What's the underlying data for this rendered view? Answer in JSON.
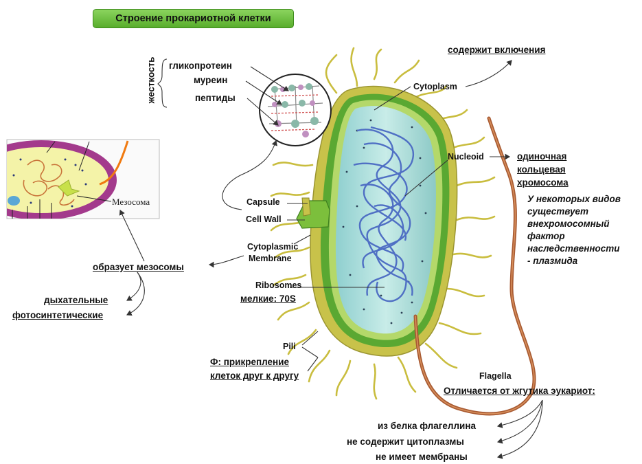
{
  "title": "Строение прокариотной клетки",
  "cell_wall_labels": {
    "rigidity": "жесткость",
    "glycoprotein": "гликопротеин",
    "murein": "муреин",
    "peptides": "пептиды"
  },
  "structures": {
    "cytoplasm": "Cytoplasm",
    "nucleoid": "Nucleoid",
    "capsule": "Capsule",
    "cell_wall": "Cell Wall",
    "membrane_line1": "Cytoplasmic",
    "membrane_line2": "Membrane",
    "ribosomes": "Ribosomes",
    "pili": "Pili",
    "flagella": "Flagella"
  },
  "notes": {
    "inclusions": "содержит включения",
    "chromosome_line1": "одиночная",
    "chromosome_line2": "кольцевая",
    "chromosome_line3": "хромосома",
    "plasmid_line1": "У некоторых видов",
    "plasmid_line2": "существует",
    "plasmid_line3": "внехромосомный",
    "plasmid_line4": "фактор",
    "plasmid_line5": "наследственности",
    "plasmid_line6": "- плазмида",
    "mesosomes": "образует мезосомы",
    "respiratory": "дыхательные",
    "photosynthetic": "фотосинтетические",
    "ribosome_size": "мелкие: 70S",
    "pili_function_line1": "Ф: прикрепление",
    "pili_function_line2": "клеток друг к другу",
    "flagella_diff": "Отличается от жгутика эукариот:",
    "flagellin": "из белка флагеллина",
    "no_cytoplasm": "не содержит цитоплазмы",
    "no_membrane": "не имеет мембраны"
  },
  "inset": {
    "mesosome": "Мезосома"
  },
  "colors": {
    "title_green": "#6cc23f",
    "capsule": "#c8c24a",
    "cell_wall": "#5aa832",
    "cytoplasm": "#a9d9d6",
    "nucleoid": "#4f6fc4",
    "pili": "#c9bd3e",
    "flagellum": "#a85a32",
    "inset_wall": "#a33a8c",
    "inset_cytoplasm": "#f4f3a8"
  }
}
